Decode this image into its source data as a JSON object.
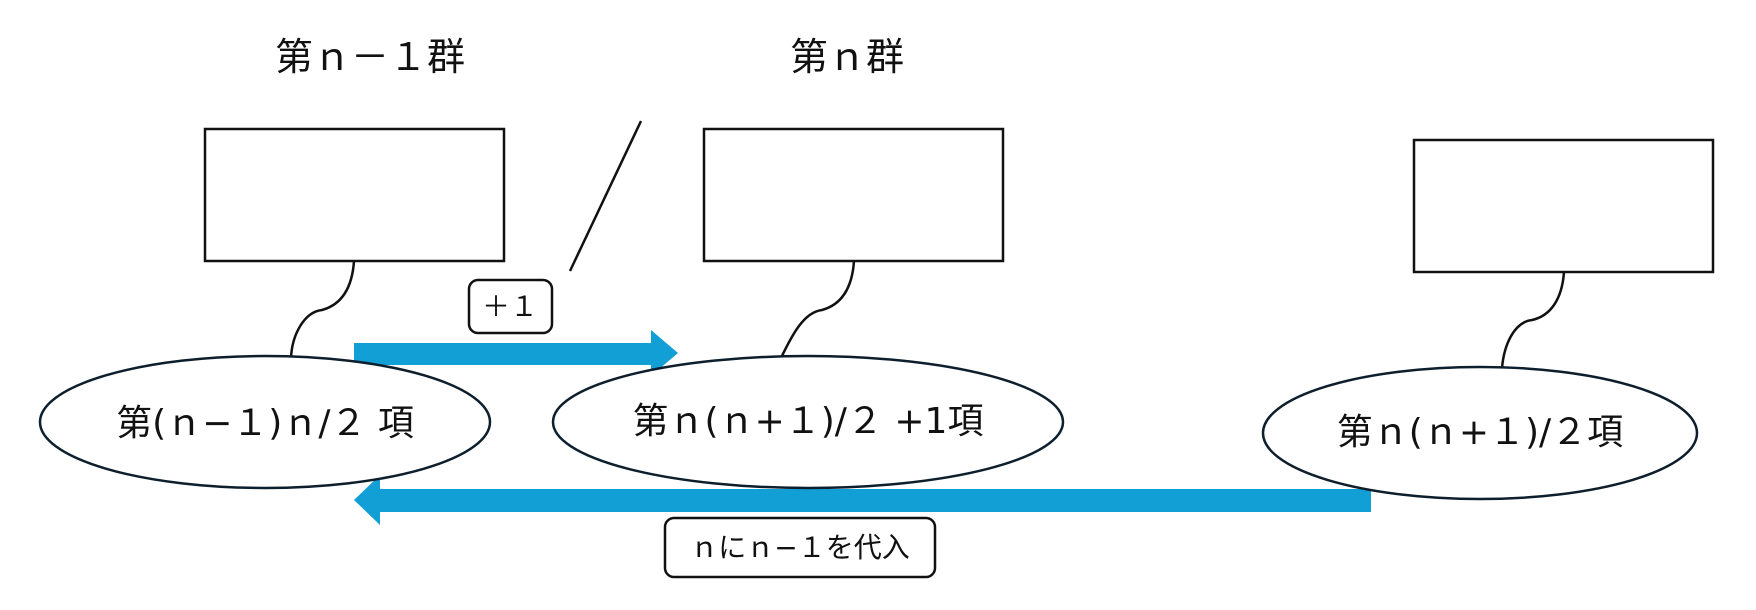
{
  "groups": {
    "prev_group": "第ｎ－１群",
    "curr_group": "第ｎ群"
  },
  "nodes": {
    "prev_last": "第(ｎ−１)ｎ/２ 項",
    "curr_first": "第ｎ(ｎ+１)/２ +1項",
    "curr_last": "第ｎ(ｎ+１)/２項"
  },
  "tags": {
    "plus_one": "＋１",
    "substitute": "ｎにｎ−１を代入"
  },
  "colors": {
    "arrow": "#129fd6",
    "stroke": "#111111",
    "ellipse_stroke": "#0d1f2d"
  }
}
